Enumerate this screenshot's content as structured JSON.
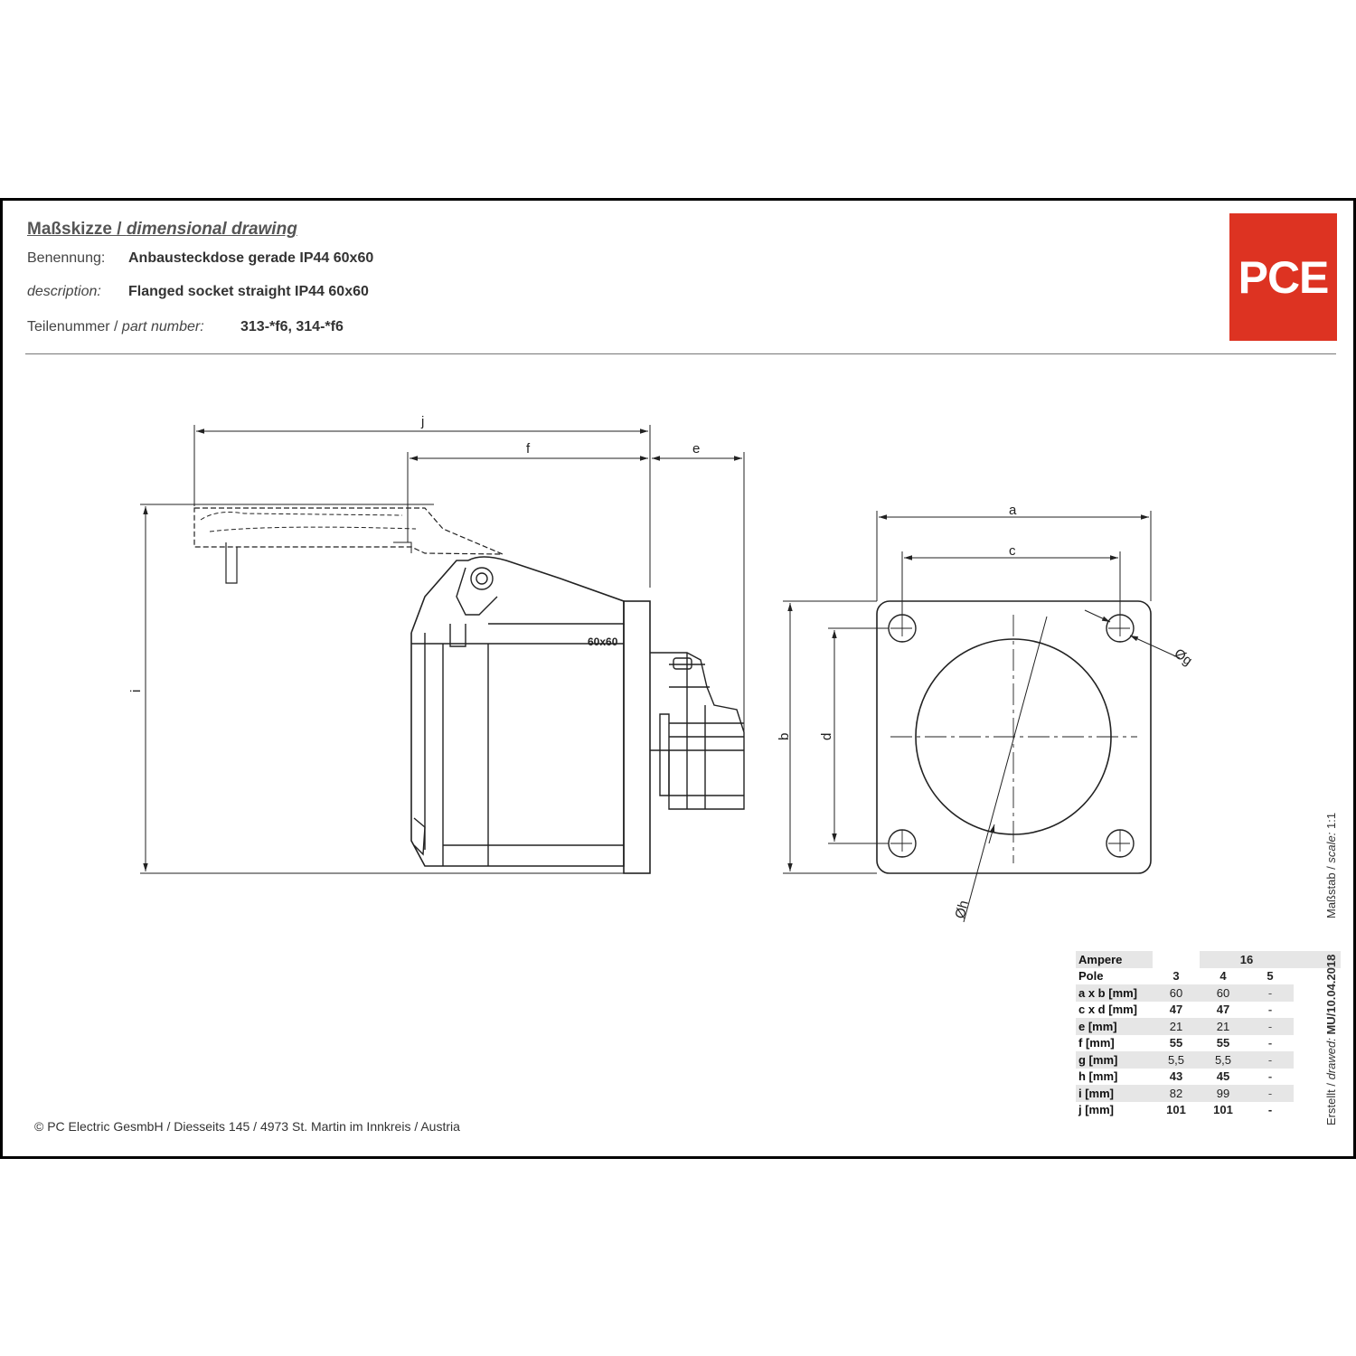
{
  "header": {
    "title_de": "Maßskizze",
    "title_sep": " / ",
    "title_en": "dimensional drawing",
    "benennung_label": "Benennung:",
    "benennung_value": "Anbausteckdose gerade IP44 60x60",
    "description_label": "description:",
    "description_value": "Flanged socket straight IP44 60x60",
    "part_label_de": "Teilenummer / ",
    "part_label_en": "part number:",
    "part_value": "313-*f6, 314-*f6"
  },
  "logo": {
    "text": "PCE",
    "color": "#dd3322"
  },
  "drawing": {
    "side_labels": {
      "j": "j",
      "f": "f",
      "e": "e",
      "i": "i",
      "marking": "60x60"
    },
    "front_labels": {
      "a": "a",
      "c": "c",
      "b": "b",
      "d": "d",
      "g": "Øg",
      "h": "Øh"
    }
  },
  "table": {
    "rows": [
      {
        "key": "Ampere",
        "values": [
          "16"
        ]
      },
      {
        "key": "Pole",
        "values": [
          "3",
          "4",
          "5"
        ]
      },
      {
        "key": "a x b [mm]",
        "values": [
          "60",
          "60",
          "-"
        ]
      },
      {
        "key": "c x d [mm]",
        "values": [
          "47",
          "47",
          "-"
        ]
      },
      {
        "key": "e [mm]",
        "values": [
          "21",
          "21",
          "-"
        ]
      },
      {
        "key": "f [mm]",
        "values": [
          "55",
          "55",
          "-"
        ]
      },
      {
        "key": "g [mm]",
        "values": [
          "5,5",
          "5,5",
          "-"
        ]
      },
      {
        "key": "h [mm]",
        "values": [
          "43",
          "45",
          "-"
        ]
      },
      {
        "key": "i [mm]",
        "values": [
          "82",
          "99",
          "-"
        ]
      },
      {
        "key": "j [mm]",
        "values": [
          "101",
          "101",
          "-"
        ]
      }
    ]
  },
  "footer": {
    "copyright": "© PC Electric GesmbH / Diesseits 145 / 4973 St. Martin im Innkreis / Austria",
    "scale_de": "Maßstab / ",
    "scale_en": "scale:",
    "scale_value": " 1:1",
    "created_de": "Erstellt / ",
    "created_en": "drawed:",
    "created_value": " MU/10.04.2018"
  }
}
